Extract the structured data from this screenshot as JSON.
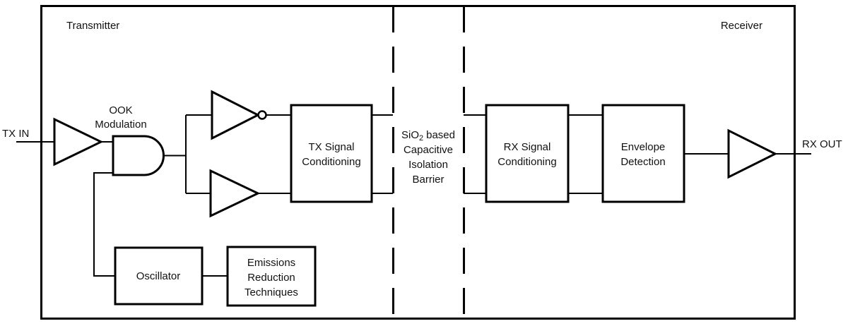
{
  "colors": {
    "ink": "#111111",
    "line": "#000000",
    "background": "#ffffff"
  },
  "sections": {
    "transmitter": "Transmitter",
    "receiver": "Receiver"
  },
  "ports": {
    "input": "TX IN",
    "output": "RX OUT"
  },
  "labels": {
    "ook": {
      "line1": "OOK",
      "line2": "Modulation"
    },
    "barrier": {
      "formula_base": "SiO",
      "formula_sub": "2",
      "line1_rest": "based",
      "line2": "Capacitive",
      "line3": "Isolation",
      "line4": "Barrier"
    }
  },
  "blocks": {
    "tx_signal_conditioning": {
      "line1": "TX Signal",
      "line2": "Conditioning"
    },
    "rx_signal_conditioning": {
      "line1": "RX Signal",
      "line2": "Conditioning"
    },
    "envelope_detection": {
      "line1": "Envelope",
      "line2": "Detection"
    },
    "oscillator": {
      "line1": "Oscillator"
    },
    "emissions_reduction": {
      "line1": "Emissions",
      "line2": "Reduction",
      "line3": "Techniques"
    }
  },
  "icons": {
    "input_buffer": "buffer-amplifier",
    "and_gate": "and-gate",
    "inverter": "inverting-buffer-with-bubble",
    "non_inverting_buffer": "buffer-amplifier",
    "output_buffer": "buffer-amplifier"
  }
}
